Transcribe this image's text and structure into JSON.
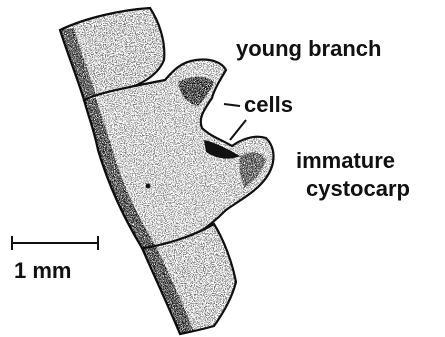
{
  "labels": {
    "young_branch": "young branch",
    "cells": "cells",
    "immature_line1": "immature",
    "immature_line2": "cystocarp",
    "scale": "1 mm"
  },
  "colors": {
    "ink": "#111111",
    "background": "#ffffff"
  }
}
